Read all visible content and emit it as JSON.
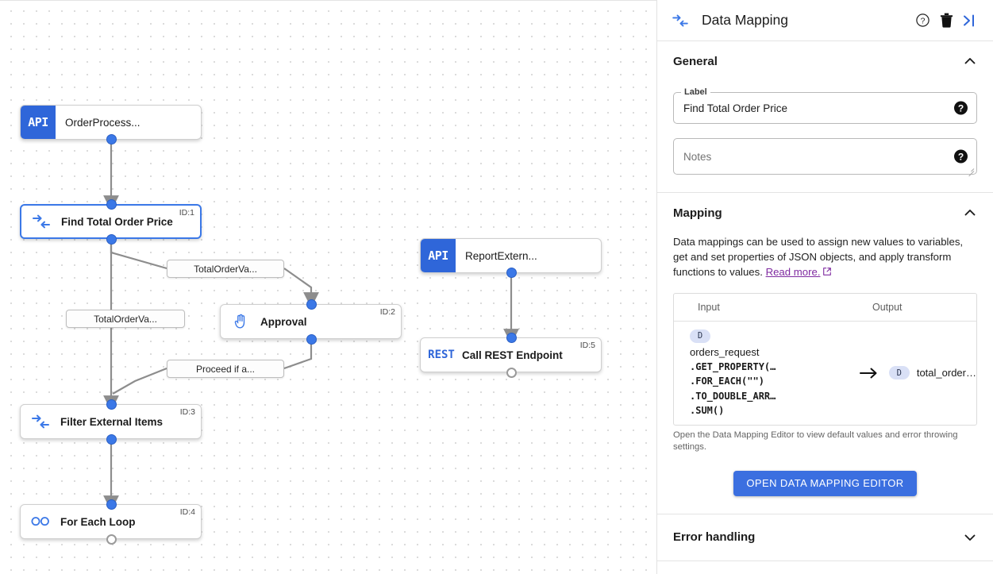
{
  "panel": {
    "header": {
      "icon": "data-mapping-icon",
      "title": "Data Mapping",
      "help_icon": "help-circle-icon",
      "delete_icon": "trash-icon",
      "collapse_icon": "collapse-panel-icon"
    },
    "general": {
      "title": "General",
      "collapse_state": "expanded",
      "label_field": {
        "legend": "Label",
        "value": "Find Total Order Price",
        "help_icon": "help-filled-icon"
      },
      "notes_field": {
        "placeholder": "Notes",
        "value": "",
        "help_icon": "help-filled-icon"
      }
    },
    "mapping": {
      "title": "Mapping",
      "collapse_state": "expanded",
      "description": "Data mappings can be used to assign new values to variables, get and set properties of JSON objects, and apply transform functions to values.",
      "read_more": "Read more.",
      "table": {
        "columns": [
          "Input",
          "Output"
        ],
        "rows": [
          {
            "input_badge": "D",
            "input_variable": "orders_request",
            "input_transforms": [
              ".GET_PROPERTY(…",
              ".FOR_EACH(\"\")",
              ".TO_DOUBLE_ARR…",
              ".SUM()"
            ],
            "arrow": "→",
            "output_badge": "D",
            "output_variable": "total_order…"
          }
        ]
      },
      "note": "Open the Data Mapping Editor to view default values and error throwing settings.",
      "button_label": "OPEN DATA MAPPING EDITOR"
    },
    "error_handling": {
      "title": "Error handling",
      "collapse_state": "collapsed"
    }
  },
  "canvas": {
    "nodes": [
      {
        "id": "node-orderprocess",
        "badge": "API",
        "label": "OrderProcess...",
        "node_id": "",
        "icon": "api-badge",
        "selected": false
      },
      {
        "id": "node-find-total-order-price",
        "badge": "",
        "label": "Find Total Order Price",
        "node_id": "ID:1",
        "icon": "data-mapping-icon",
        "selected": true
      },
      {
        "id": "node-approval",
        "badge": "",
        "label": "Approval",
        "node_id": "ID:2",
        "icon": "hand-icon",
        "selected": false
      },
      {
        "id": "node-filter-external-items",
        "badge": "",
        "label": "Filter External Items",
        "node_id": "ID:3",
        "icon": "data-mapping-icon",
        "selected": false
      },
      {
        "id": "node-for-each-loop",
        "badge": "",
        "label": "For Each Loop",
        "node_id": "ID:4",
        "icon": "loop-icon",
        "selected": false
      },
      {
        "id": "node-reportextern",
        "badge": "API",
        "label": "ReportExtern...",
        "node_id": "",
        "icon": "api-badge",
        "selected": false
      },
      {
        "id": "node-call-rest-endpoint",
        "badge": "REST",
        "label": "Call REST Endpoint",
        "node_id": "ID:5",
        "icon": "rest-badge",
        "selected": false
      }
    ],
    "edge_labels": [
      {
        "id": "edge-label-1",
        "text": "TotalOrderVa..."
      },
      {
        "id": "edge-label-2",
        "text": "TotalOrderVa..."
      },
      {
        "id": "edge-label-3",
        "text": "Proceed if a..."
      }
    ]
  },
  "colors": {
    "accent_blue": "#3b6fe0",
    "node_badge_blue": "#2f66d9",
    "link_purple": "#7f2aa0",
    "port_blue": "#3b78e7"
  }
}
